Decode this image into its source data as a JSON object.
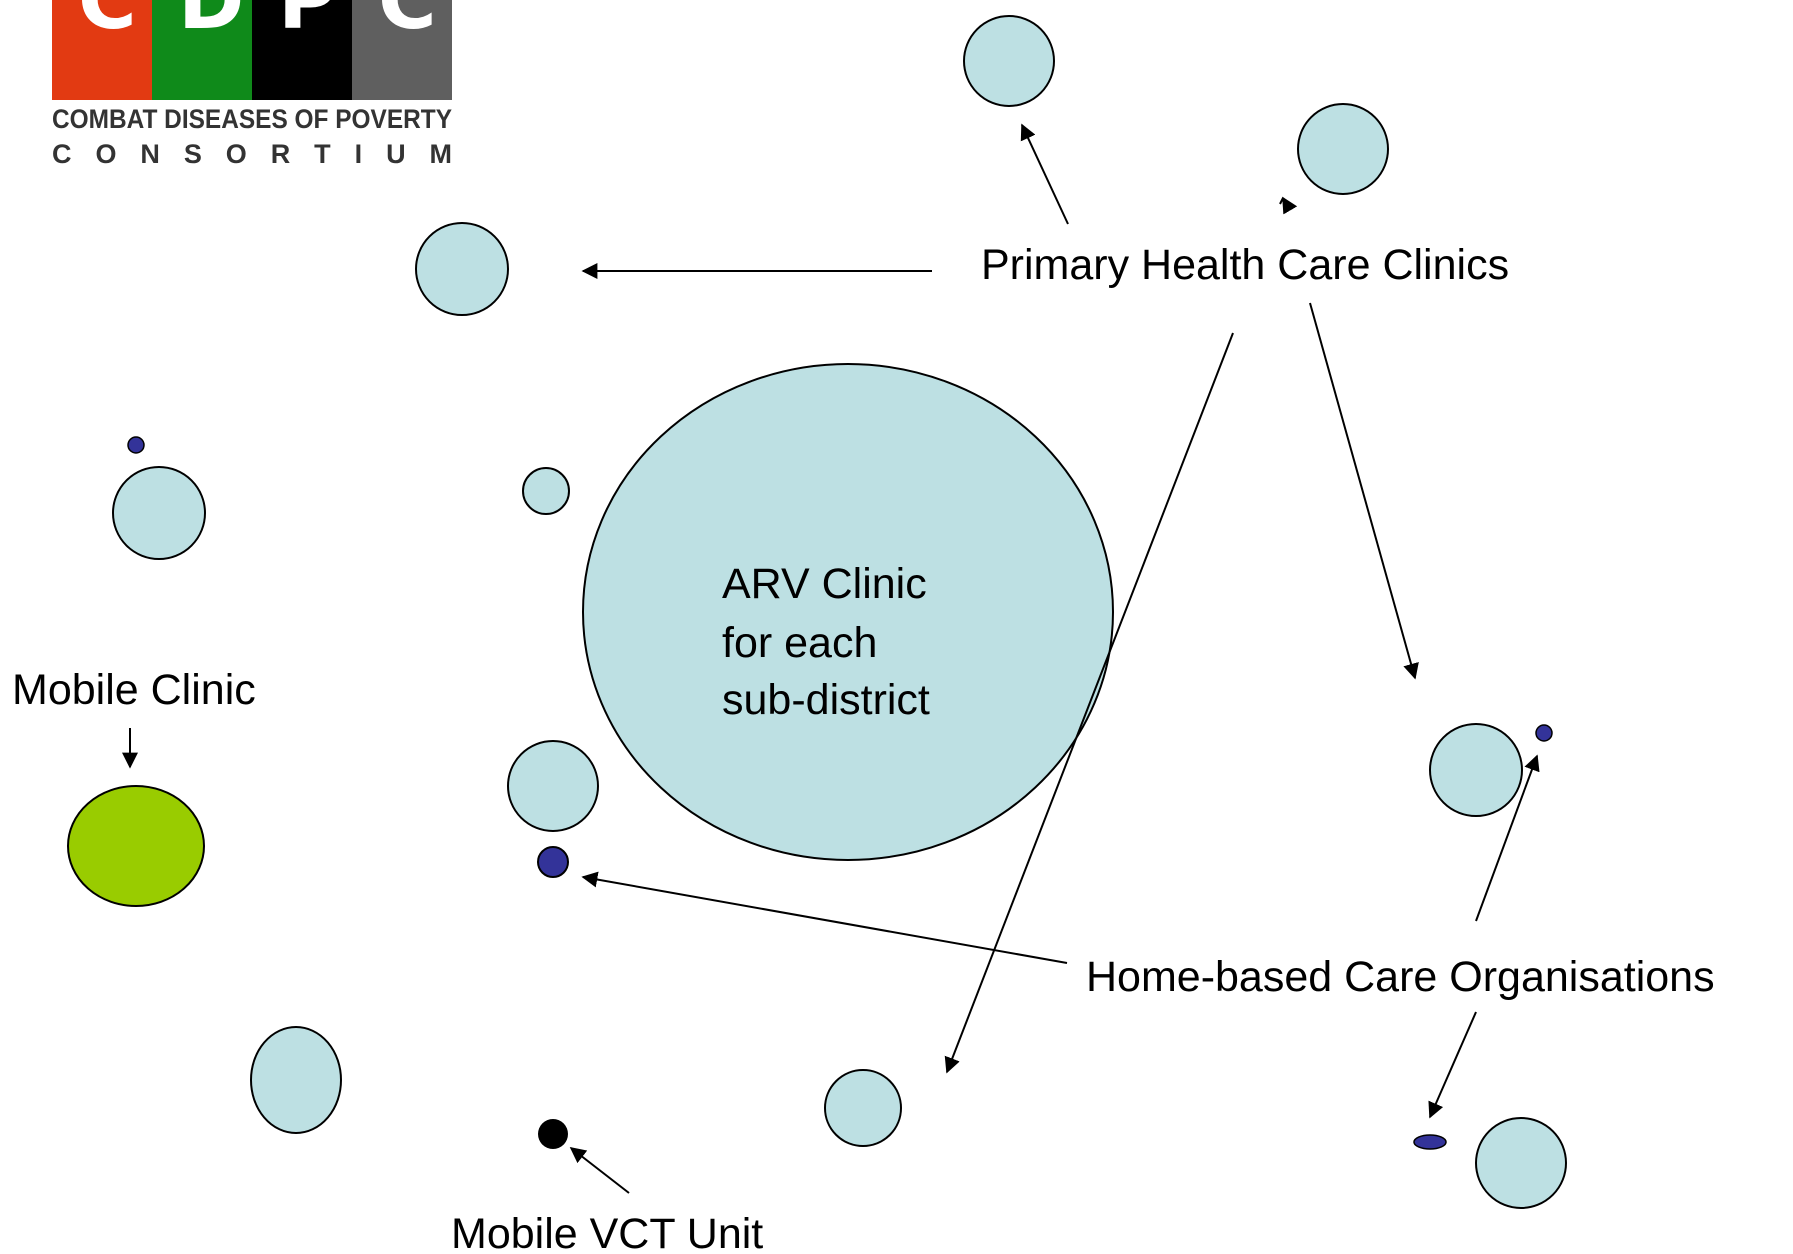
{
  "logo": {
    "letters": [
      "C",
      "D",
      "P",
      "C"
    ],
    "line1": "COMBAT DISEASES OF POVERTY",
    "line2": "C O N S O R T I U M",
    "colors": [
      "#e23a12",
      "#0f8a1a",
      "#000000",
      "#5f5f5f"
    ]
  },
  "labels": {
    "phc": "Primary Health Care Clinics",
    "arv_line1": "ARV Clinic",
    "arv_line2": "for each",
    "arv_line3": "sub-district",
    "mobile_clinic": "Mobile Clinic",
    "hbc": "Home-based Care Organisations",
    "vct": "Mobile VCT Unit"
  },
  "colors": {
    "clinic_fill": "#bde0e3",
    "mobile_clinic_fill": "#99cc00",
    "hbc_fill": "#333399",
    "vct_fill": "#000000"
  }
}
